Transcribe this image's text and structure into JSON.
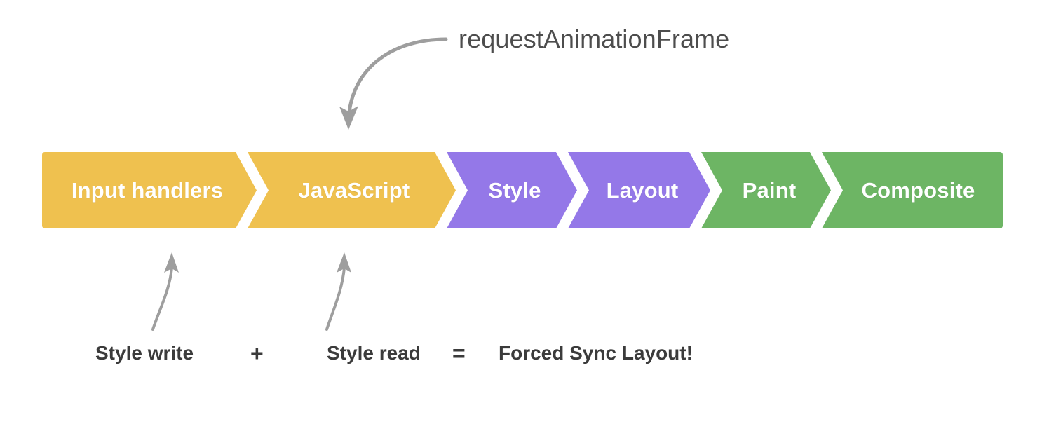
{
  "diagram": {
    "title_annotation": "requestAnimationFrame",
    "background_color": "#ffffff",
    "arrow_color": "#9e9e9e",
    "text_color": "#3b3b3b"
  },
  "pipeline": {
    "segments": [
      {
        "label": "Input handlers",
        "color": "#efc14f",
        "group": "javascript"
      },
      {
        "label": "JavaScript",
        "color": "#efc14f",
        "group": "javascript"
      },
      {
        "label": "Style",
        "color": "#9478e8",
        "group": "render"
      },
      {
        "label": "Layout",
        "color": "#9478e8",
        "group": "render"
      },
      {
        "label": "Paint",
        "color": "#6db564",
        "group": "paint"
      },
      {
        "label": "Composite",
        "color": "#6db564",
        "group": "paint"
      }
    ]
  },
  "equation": {
    "term1": "Style write",
    "operator_plus": "+",
    "term2": "Style read",
    "operator_equals": "=",
    "result": "Forced Sync Layout!"
  },
  "annotations": {
    "raf_arrow": "curved-arrow-down-to-javascript",
    "style_write_arrow": "curved-arrow-up-to-input-handlers",
    "style_read_arrow": "curved-arrow-up-to-javascript"
  }
}
